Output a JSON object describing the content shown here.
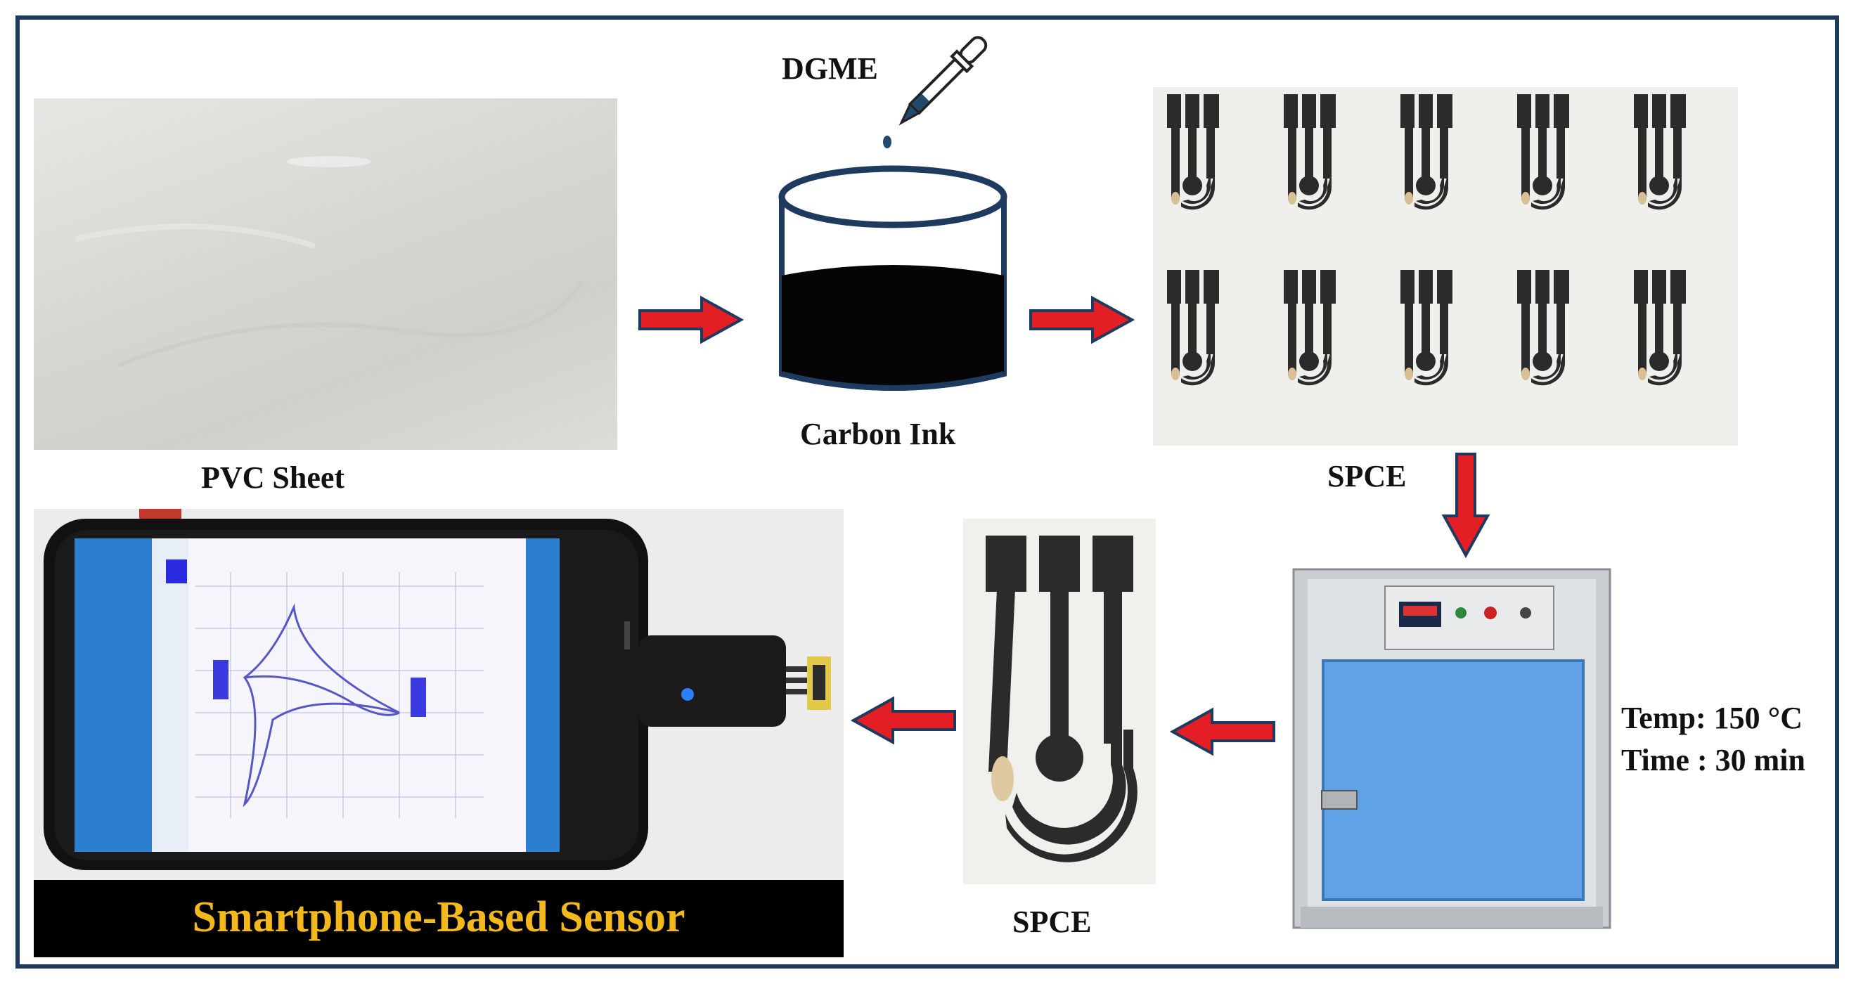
{
  "labels": {
    "dgme": "DGME",
    "carbon_ink": "Carbon Ink",
    "pvc_sheet": "PVC Sheet",
    "spce_top": "SPCE",
    "spce_bottom": "SPCE",
    "temp": "Temp: 150 °C",
    "time": "Time : 30 min",
    "banner": "Smartphone-Based Sensor"
  },
  "colors": {
    "frame": "#1f3a5f",
    "arrow_fill": "#e31e24",
    "arrow_stroke": "#1f3a5f",
    "banner_bg": "#000000",
    "banner_text": "#f2b81c",
    "oven_door": "#5fa3e6",
    "electrode": "#2b2b2b"
  },
  "icons": {
    "dropper": "dropper-icon",
    "beaker": "beaker-icon",
    "oven": "oven-icon",
    "phone": "smartphone-icon"
  }
}
